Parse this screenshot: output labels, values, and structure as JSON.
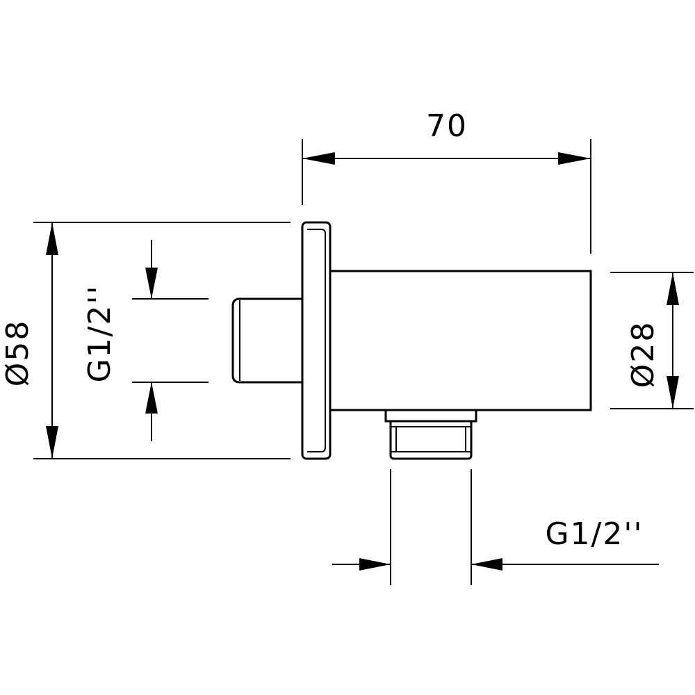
{
  "drawing": {
    "dimensions": {
      "length": "70",
      "flange_diameter": "Ø58",
      "body_diameter": "Ø28",
      "inlet_thread": "G1/2''",
      "outlet_thread": "G1/2''"
    },
    "colors": {
      "line": "#000000",
      "background": "#ffffff"
    }
  }
}
